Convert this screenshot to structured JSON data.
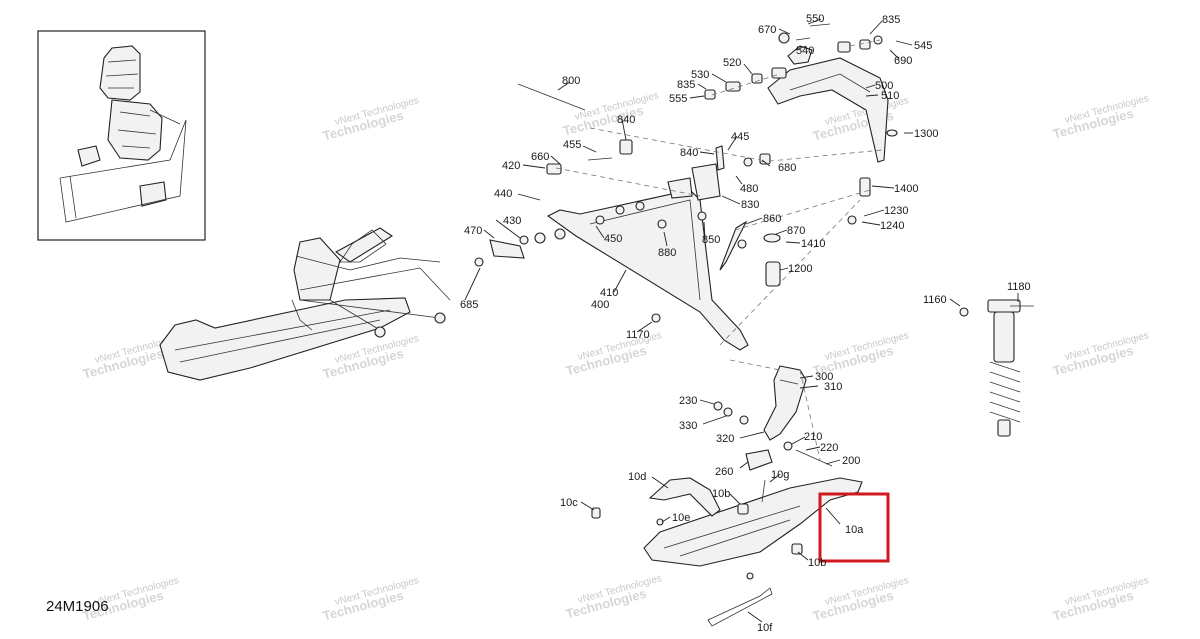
{
  "document_code": "24M1906",
  "watermark": {
    "line1": "vNext Technologies",
    "line2": "Technologies"
  },
  "highlight_color": "#d0191f",
  "parts": {
    "p550": "550",
    "p670": "670",
    "p540": "540",
    "p835a": "835",
    "p545": "545",
    "p690": "690",
    "p520": "520",
    "p530": "530",
    "p835b": "835",
    "p555": "555",
    "p500": "500",
    "p510": "510",
    "p1300": "1300",
    "p800": "800",
    "p840a": "840",
    "p455": "455",
    "p660": "660",
    "p420": "420",
    "p445": "445",
    "p840b": "840",
    "p680": "680",
    "p480": "480",
    "p440": "440",
    "p830": "830",
    "p1400": "1400",
    "p1230": "1230",
    "p1240": "1240",
    "p430": "430",
    "p450": "450",
    "p860": "860",
    "p870": "870",
    "p470": "470",
    "p850": "850",
    "p1410": "1410",
    "p880": "880",
    "p1200": "1200",
    "p410": "410",
    "p400": "400",
    "p685": "685",
    "p1160": "1160",
    "p1180": "1180",
    "p1170": "1170",
    "p300": "300",
    "p310": "310",
    "p230": "230",
    "p330": "330",
    "p320": "320",
    "p210": "210",
    "p220": "220",
    "p200": "200",
    "p260": "260",
    "p10g": "10g",
    "p10d": "10d",
    "p10b": "10b",
    "p10c": "10c",
    "p10e": "10e",
    "p10a": "10a",
    "p10b2": "10b",
    "p10f": "10f"
  }
}
